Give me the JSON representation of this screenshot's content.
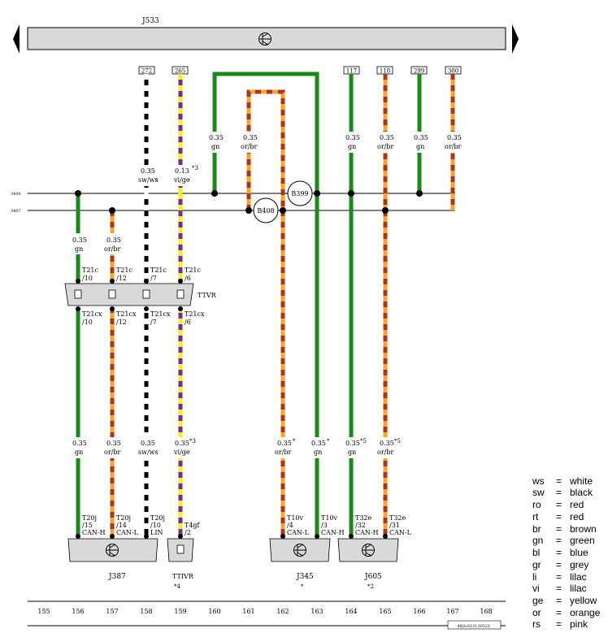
{
  "header": {
    "title": "J533"
  },
  "buses": [
    {
      "id": "bus-upper",
      "label": "3400"
    },
    {
      "id": "bus-lower",
      "label": "3407"
    }
  ],
  "top_refs": [
    "272",
    "265",
    "117",
    "118",
    "299",
    "300"
  ],
  "upper_wires": [
    {
      "size": "0.35",
      "color": "sw/ws"
    },
    {
      "size": "0.13",
      "color": "vi/ge",
      "note": "*3"
    },
    {
      "size": "0.35",
      "color": "gn"
    },
    {
      "size": "0.35",
      "color": "or/br"
    },
    {
      "size": "0.35",
      "color": "gn"
    },
    {
      "size": "0.35",
      "color": "or/br"
    },
    {
      "size": "0.35",
      "color": "gn"
    },
    {
      "size": "0.35",
      "color": "or/br"
    }
  ],
  "splices": [
    "B399",
    "B408"
  ],
  "mid_wires": [
    {
      "size": "0.35",
      "color": "gn"
    },
    {
      "size": "0.35",
      "color": "or/br"
    }
  ],
  "connector_ttvr": {
    "label": "TTVR",
    "top_pins": [
      {
        "plug": "T21c",
        "pin": "/10"
      },
      {
        "plug": "T21c",
        "pin": "/12"
      },
      {
        "plug": "T21c",
        "pin": "/7"
      },
      {
        "plug": "T21c",
        "pin": "/6"
      }
    ],
    "bottom_pins": [
      {
        "plug": "T21cx",
        "pin": "/10"
      },
      {
        "plug": "T21cx",
        "pin": "/12"
      },
      {
        "plug": "T21cx",
        "pin": "/7"
      },
      {
        "plug": "T21cx",
        "pin": "/6"
      }
    ]
  },
  "lower_wires": [
    {
      "size": "0.35",
      "color": "gn"
    },
    {
      "size": "0.35",
      "color": "or/br"
    },
    {
      "size": "0.35",
      "color": "sw/ws"
    },
    {
      "size": "0.35",
      "color": "vi/ge",
      "note": "*3"
    },
    {
      "size": "0.35",
      "color": "or/br",
      "note": "*"
    },
    {
      "size": "0.35",
      "color": "gn",
      "note": "*"
    },
    {
      "size": "0.35",
      "color": "gn",
      "note": "*5"
    },
    {
      "size": "0.35",
      "color": "or/br",
      "note": "*5"
    }
  ],
  "terminals": [
    {
      "plug": "T20j",
      "pin": "/15",
      "signal": "CAN-H"
    },
    {
      "plug": "T20j",
      "pin": "/14",
      "signal": "CAN-L"
    },
    {
      "plug": "T20j",
      "pin": "/10",
      "signal": "LIN"
    },
    {
      "plug": "T4gf",
      "pin": "/2",
      "signal": ""
    },
    {
      "plug": "T10v",
      "pin": "/4",
      "signal": "CAN-L"
    },
    {
      "plug": "T10v",
      "pin": "/3",
      "signal": "CAN-H"
    },
    {
      "plug": "T32e",
      "pin": "/32",
      "signal": "CAN-H"
    },
    {
      "plug": "T32e",
      "pin": "/31",
      "signal": "CAN-L"
    }
  ],
  "components": [
    {
      "name": "J387",
      "note": ""
    },
    {
      "name": "TTIVR",
      "note": "*4"
    },
    {
      "name": "J345",
      "note": "*"
    },
    {
      "name": "J605",
      "note": "*2"
    }
  ],
  "columns": [
    "155",
    "156",
    "157",
    "158",
    "159",
    "160",
    "161",
    "162",
    "163",
    "164",
    "165",
    "166",
    "167",
    "168"
  ],
  "doc_id": "4KA-013130521",
  "legend": [
    {
      "code": "ws",
      "eq": "=",
      "meaning": "white"
    },
    {
      "code": "sw",
      "eq": "=",
      "meaning": "black"
    },
    {
      "code": "ro",
      "eq": "=",
      "meaning": "red"
    },
    {
      "code": "rt",
      "eq": "=",
      "meaning": "red"
    },
    {
      "code": "br",
      "eq": "=",
      "meaning": "brown"
    },
    {
      "code": "gn",
      "eq": "=",
      "meaning": "green"
    },
    {
      "code": "bl",
      "eq": "=",
      "meaning": "blue"
    },
    {
      "code": "gr",
      "eq": "=",
      "meaning": "grey"
    },
    {
      "code": "li",
      "eq": "=",
      "meaning": "lilac"
    },
    {
      "code": "vi",
      "eq": "=",
      "meaning": "lilac"
    },
    {
      "code": "ge",
      "eq": "=",
      "meaning": "yellow"
    },
    {
      "code": "or",
      "eq": "=",
      "meaning": "orange"
    },
    {
      "code": "rs",
      "eq": "=",
      "meaning": "pink"
    }
  ],
  "colors": {
    "green": "#1a8a1a",
    "orange": "#f5a623",
    "brown": "#b0331e",
    "purple": "#7a2b8e",
    "yellow": "#f2f21a",
    "black": "#000000",
    "module_fill": "#d9d9d9"
  }
}
